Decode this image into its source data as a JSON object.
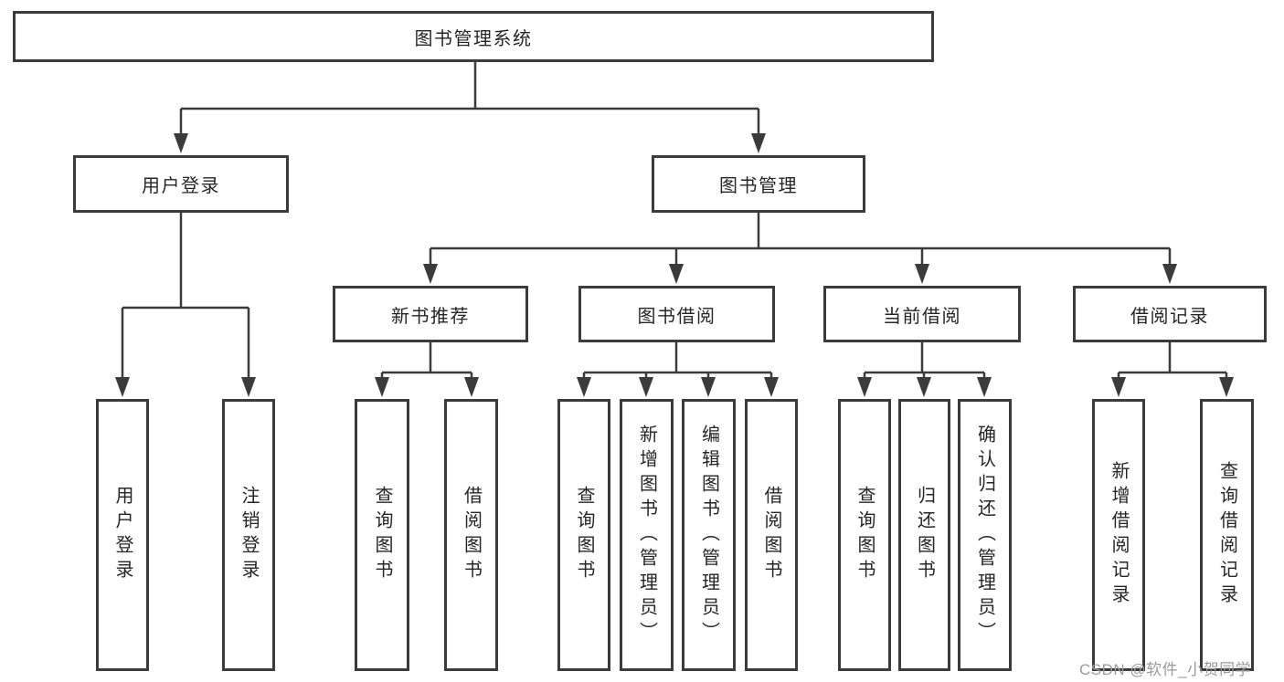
{
  "diagram": {
    "root": "图书管理系统",
    "level2": [
      "用户登录",
      "图书管理"
    ],
    "level3": [
      "新书推荐",
      "图书借阅",
      "当前借阅",
      "借阅记录"
    ],
    "leaves": {
      "user_login": [
        "用户登录",
        "注销登录"
      ],
      "new_book_recommend": [
        "查询图书",
        "借阅图书"
      ],
      "book_borrow": [
        "查询图书",
        "新增图书（管理员）",
        "编辑图书（管理员）",
        "借阅图书"
      ],
      "current_borrow": [
        "查询图书",
        "归还图书",
        "确认归还（管理员）"
      ],
      "borrow_records": [
        "新增借阅记录",
        "查询借阅记录"
      ]
    },
    "watermark": "CSDN @软件_小贺同学",
    "colors": {
      "line": "#3b3b3b",
      "box_border": "#3b3b3b",
      "box_fill": "#ffffff",
      "text": "#262626",
      "watermark": "#9b9b9d",
      "background": "#ffffff"
    }
  }
}
